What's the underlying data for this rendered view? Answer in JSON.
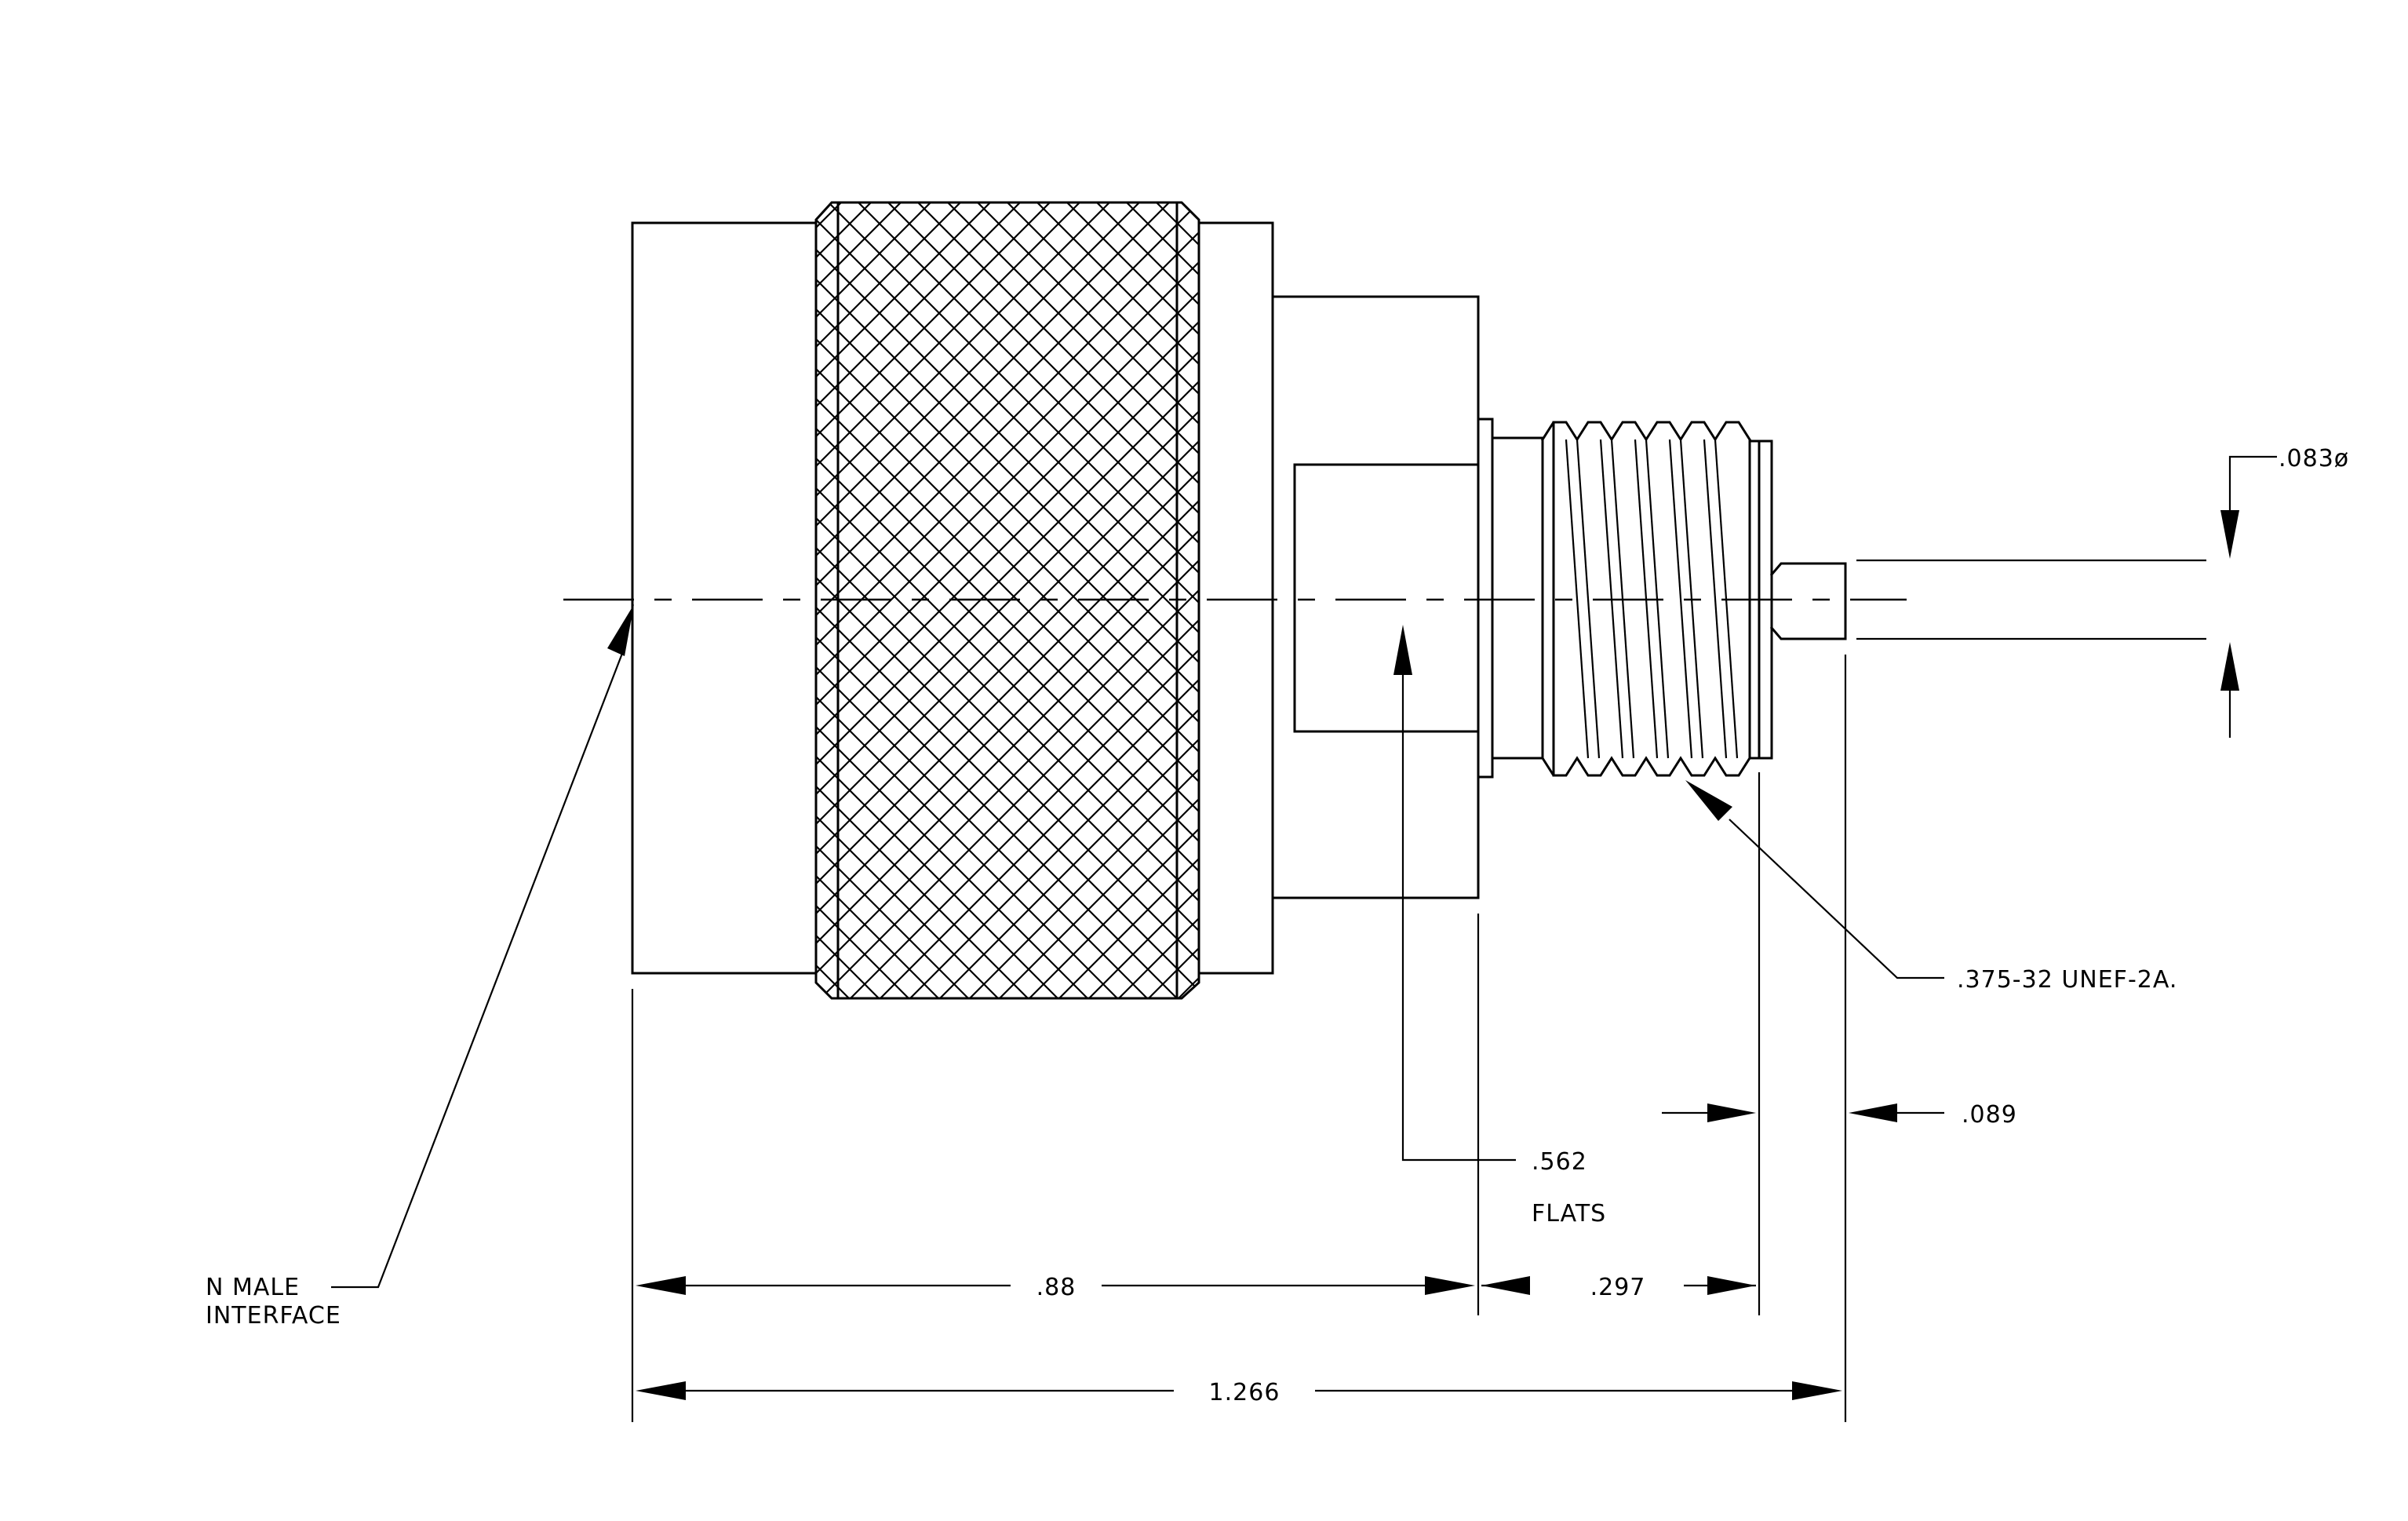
{
  "drawing": {
    "labels": {
      "interface_line1": "N MALE",
      "interface_line2": "INTERFACE",
      "thread_spec": ".375-32 UNEF-2A.",
      "flats_value": ".562",
      "flats_word": "FLATS",
      "pin_diameter": ".083ø"
    },
    "dimensions": {
      "body_length": ".88",
      "thread_length": ".297",
      "pin_length": ".089",
      "overall_length": "1.266"
    }
  }
}
